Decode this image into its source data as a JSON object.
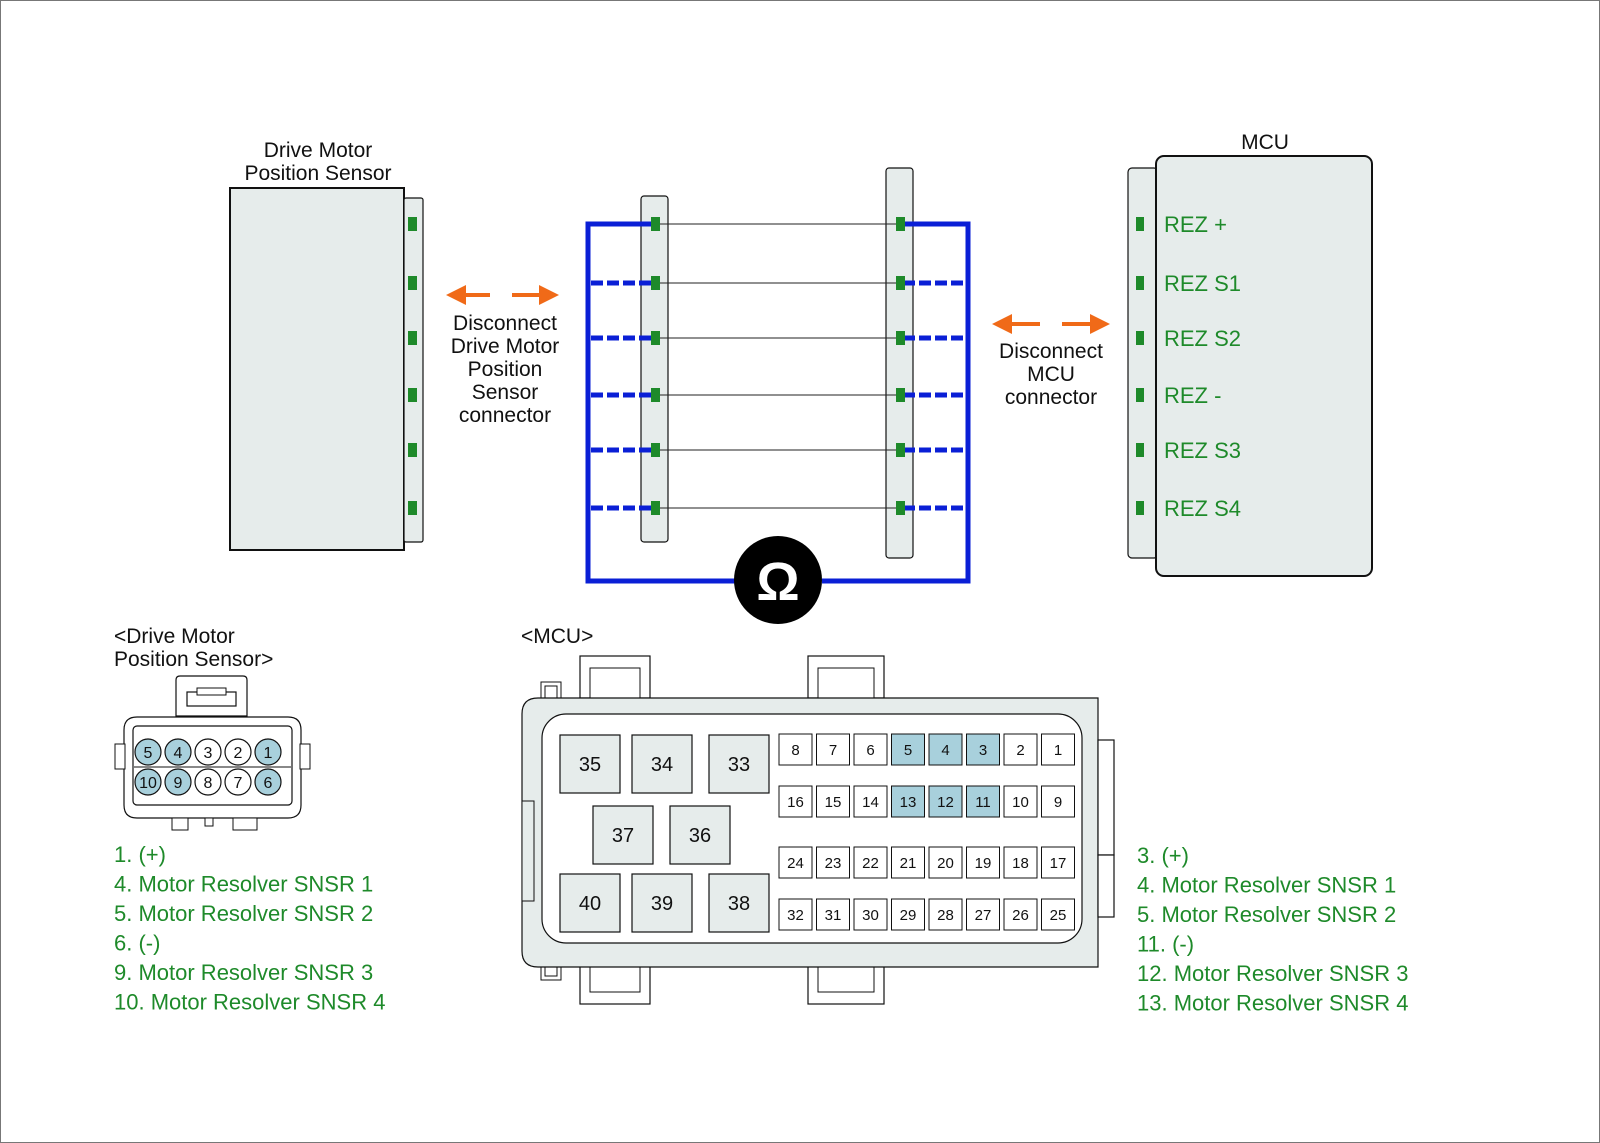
{
  "diagram": {
    "sensor_title": [
      "Drive Motor",
      "Position Sensor"
    ],
    "mcu_title": "MCU",
    "disconnect_sensor": [
      "Disconnect",
      "Drive Motor",
      "Position",
      "Sensor",
      "connector"
    ],
    "disconnect_mcu": [
      "Disconnect",
      "MCU",
      "connector"
    ],
    "ohm_symbol": "Ω",
    "mcu_pins": [
      "REZ +",
      "REZ S1",
      "REZ S2",
      "REZ -",
      "REZ S3",
      "REZ S4"
    ]
  },
  "sensor_connector": {
    "title": [
      "<Drive Motor",
      "Position Sensor>"
    ],
    "top_row": [
      "5",
      "4",
      "3",
      "2",
      "1"
    ],
    "bottom_row": [
      "10",
      "9",
      "8",
      "7",
      "6"
    ],
    "highlighted": [
      "5",
      "4",
      "1",
      "10",
      "9",
      "6"
    ],
    "legend": [
      "1. (+)",
      "4. Motor Resolver SNSR 1",
      "5. Motor Resolver SNSR 2",
      "6. (-)",
      "9. Motor Resolver SNSR 3",
      "10. Motor Resolver SNSR 4"
    ]
  },
  "mcu_connector": {
    "title": "<MCU>",
    "large_cavities": [
      "35",
      "34",
      "33",
      "37",
      "36",
      "40",
      "39",
      "38"
    ],
    "row1": [
      "8",
      "7",
      "6",
      "5",
      "4",
      "3",
      "2",
      "1"
    ],
    "row2": [
      "16",
      "15",
      "14",
      "13",
      "12",
      "11",
      "10",
      "9"
    ],
    "row3": [
      "24",
      "23",
      "22",
      "21",
      "20",
      "19",
      "18",
      "17"
    ],
    "row4": [
      "32",
      "31",
      "30",
      "29",
      "28",
      "27",
      "26",
      "25"
    ],
    "highlighted": [
      "5",
      "4",
      "3",
      "13",
      "12",
      "11"
    ],
    "legend": [
      "3. (+)",
      "4. Motor Resolver SNSR 1",
      "5. Motor Resolver SNSR 2",
      "11. (-)",
      "12. Motor Resolver SNSR 3",
      "13. Motor Resolver SNSR 4"
    ]
  },
  "colors": {
    "wire_blue": "#0a1fd6",
    "pin_green": "#1e8a2a",
    "arrow_orange": "#f06a18",
    "highlight_pin": "#a8d0dc",
    "box_fill": "#e6eceb"
  }
}
